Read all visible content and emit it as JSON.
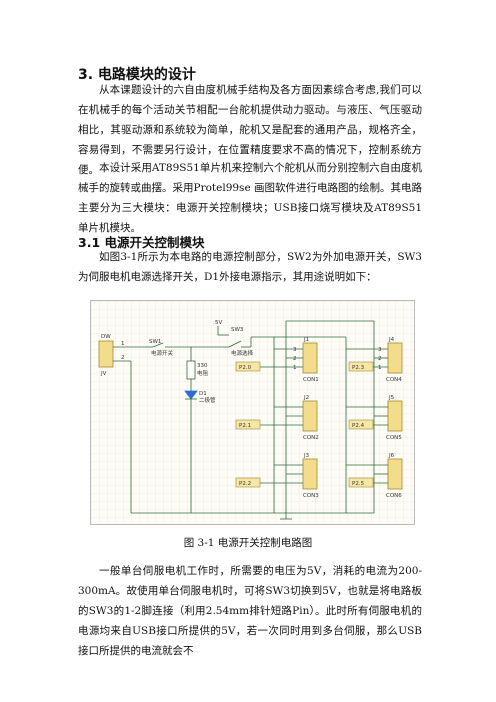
{
  "section": {
    "title": "3.  电路模块的设计"
  },
  "paragraphs": [
    "从本课题设计的六自由度机械手结构及各方面因素综合考虑,我们可以在机械手的每个活动关节相配一台舵机提供动力驱动。与液压、气压驱动相比，其驱动源和系统较为简单，舵机又是配套的通用产品，规格齐全，容易得到，不需要另行设计，在位置精度要求不高的情况下，控制系统方便。",
    "本设计采用AT89S51单片机来控制六个舵机从而分别控制六自由度机械手的旋转或曲摆。采用Protel99se 画图软件进行电路图的绘制。其电路主要分为三大模块：电源开关控制模块；USB接口烧写模块及AT89S51单片机模块。"
  ],
  "subsection": {
    "title": "3.1  电源开关控制模块"
  },
  "paragraph3": "如图3-1所示为本电路的电源控制部分，SW2为外加电源开关，SW3为伺服电机电源选择开关，D1外接电源指示，其用途说明如下：",
  "figure": {
    "caption": "图 3-1  电源开关控制电路图",
    "labels": {
      "j_top": "DW",
      "j_bottom": "JV",
      "sw1": "SW1",
      "sw1_text": "电源开关",
      "sw3": "SW3",
      "sw3_text": "SW3",
      "sw3_note": "电源选择",
      "sw_top": "5V",
      "r": "330",
      "r_note": "电阻",
      "d": "D1",
      "d_note": "二极管",
      "ports": [
        "P2.0",
        "P2.1",
        "P2.2",
        "P2.3",
        "P2.4",
        "P2.5"
      ],
      "left_refs": [
        "CON1",
        "CON2",
        "CON3"
      ],
      "right_refs": [
        "CON4",
        "CON5",
        "CON6"
      ],
      "left_ids": [
        "J1",
        "J2",
        "J3"
      ],
      "right_ids": [
        "J4",
        "J5",
        "J6"
      ],
      "pins": [
        "3",
        "2",
        "1"
      ],
      "pin1": "1",
      "pin2": "2"
    }
  },
  "paragraph4": "一般单台伺服电机工作时，所需要的电压为5V，消耗的电流为200-300mA。故使用单台伺服电机时，可将SW3切换到5V，也就是将电路板的SW3的1-2脚连接（利用2.54mm排针短路Pin）。此时所有伺服电机的电源均来自USB接口所提供的5V，若一次同时用到多台伺服，那么USB接口所提供的电流就会不"
}
